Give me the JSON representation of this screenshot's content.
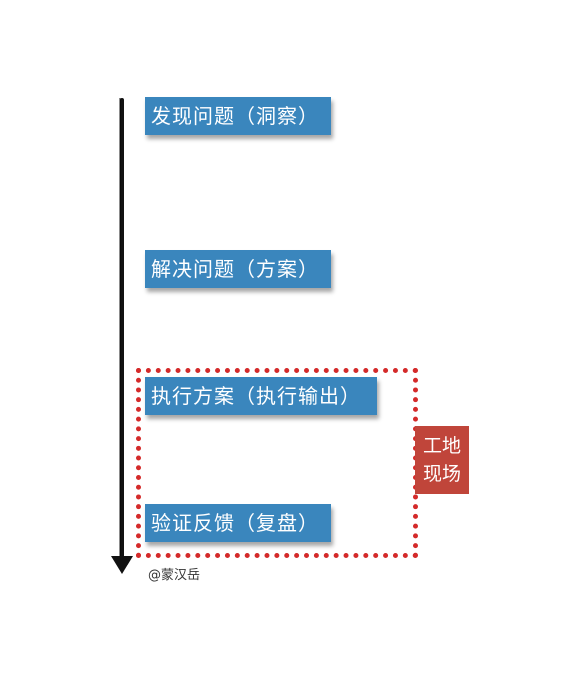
{
  "steps": [
    {
      "label": "发现问题（洞察）"
    },
    {
      "label": "解决问题（方案）"
    },
    {
      "label": "执行方案（执行输出）"
    },
    {
      "label": "验证反馈（复盘）"
    }
  ],
  "site": {
    "line1": "工地",
    "line2": "现场"
  },
  "credit": "@蒙汉岳",
  "colors": {
    "step_bg": "#3a86bd",
    "site_border": "#d42a2a",
    "site_label_bg": "#c0453a",
    "timeline": "#111111"
  }
}
